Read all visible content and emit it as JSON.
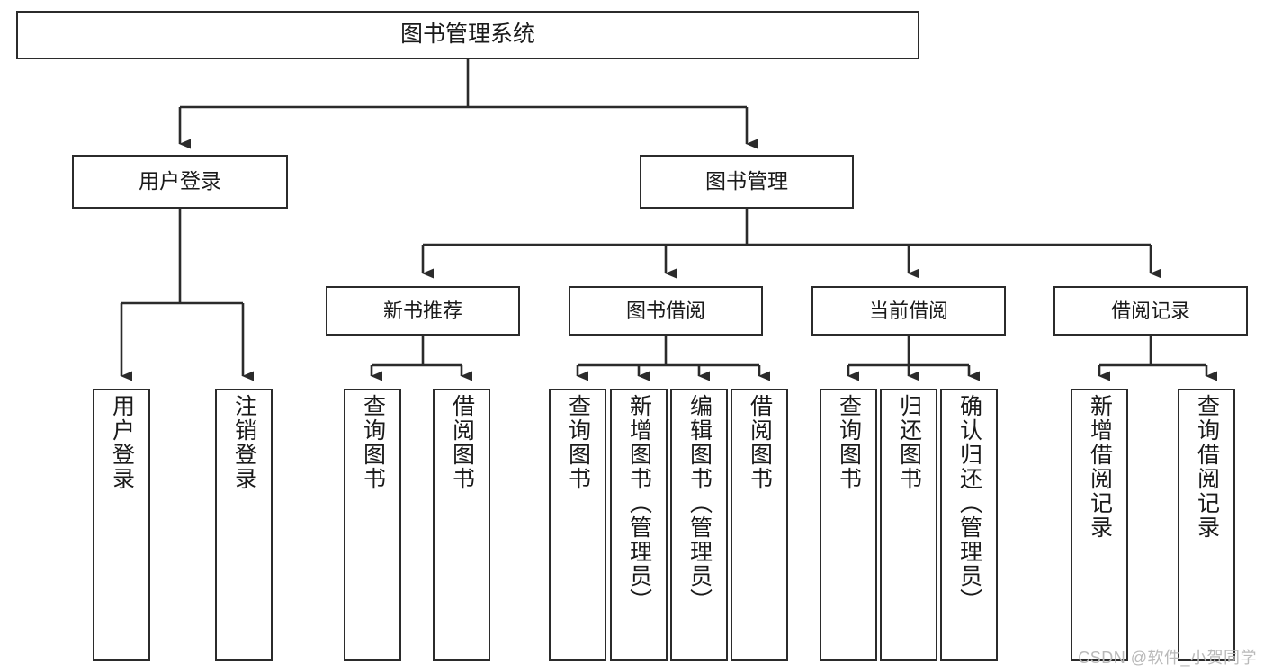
{
  "diagram": {
    "type": "tree-hierarchy",
    "title": "图书管理系统",
    "root": {
      "label": "图书管理系统"
    },
    "level1": [
      {
        "id": "user-login",
        "label": "用户登录"
      },
      {
        "id": "book-management",
        "label": "图书管理"
      }
    ],
    "level2": [
      {
        "id": "new-book-recommend",
        "label": "新书推荐",
        "parent": "book-management"
      },
      {
        "id": "book-borrow",
        "label": "图书借阅",
        "parent": "book-management"
      },
      {
        "id": "current-borrow",
        "label": "当前借阅",
        "parent": "book-management"
      },
      {
        "id": "borrow-record",
        "label": "借阅记录",
        "parent": "book-management"
      }
    ],
    "leaves": [
      {
        "id": "leaf-user-login",
        "label": "用户登录",
        "parent": "user-login"
      },
      {
        "id": "leaf-user-logout",
        "label": "注销登录",
        "parent": "user-login"
      },
      {
        "id": "leaf-query-book-1",
        "label": "查询图书",
        "parent": "new-book-recommend"
      },
      {
        "id": "leaf-borrow-book-1",
        "label": "借阅图书",
        "parent": "new-book-recommend"
      },
      {
        "id": "leaf-query-book-2",
        "label": "查询图书",
        "parent": "book-borrow"
      },
      {
        "id": "leaf-add-book",
        "label": "新增图书（管理员）",
        "parent": "book-borrow"
      },
      {
        "id": "leaf-edit-book",
        "label": "编辑图书（管理员）",
        "parent": "book-borrow"
      },
      {
        "id": "leaf-borrow-book-2",
        "label": "借阅图书",
        "parent": "book-borrow"
      },
      {
        "id": "leaf-query-book-3",
        "label": "查询图书",
        "parent": "current-borrow"
      },
      {
        "id": "leaf-return-book",
        "label": "归还图书",
        "parent": "current-borrow"
      },
      {
        "id": "leaf-confirm-return",
        "label": "确认归还（管理员）",
        "parent": "current-borrow"
      },
      {
        "id": "leaf-add-record",
        "label": "新增借阅记录",
        "parent": "borrow-record"
      },
      {
        "id": "leaf-query-record",
        "label": "查询借阅记录",
        "parent": "borrow-record"
      }
    ],
    "colors": {
      "stroke": "#2b2b2b",
      "fill": "#ffffff",
      "text": "#1a1a1a",
      "watermark": "#b9b9b9"
    }
  },
  "watermark": {
    "text": "CSDN @软件_小贺同学"
  }
}
